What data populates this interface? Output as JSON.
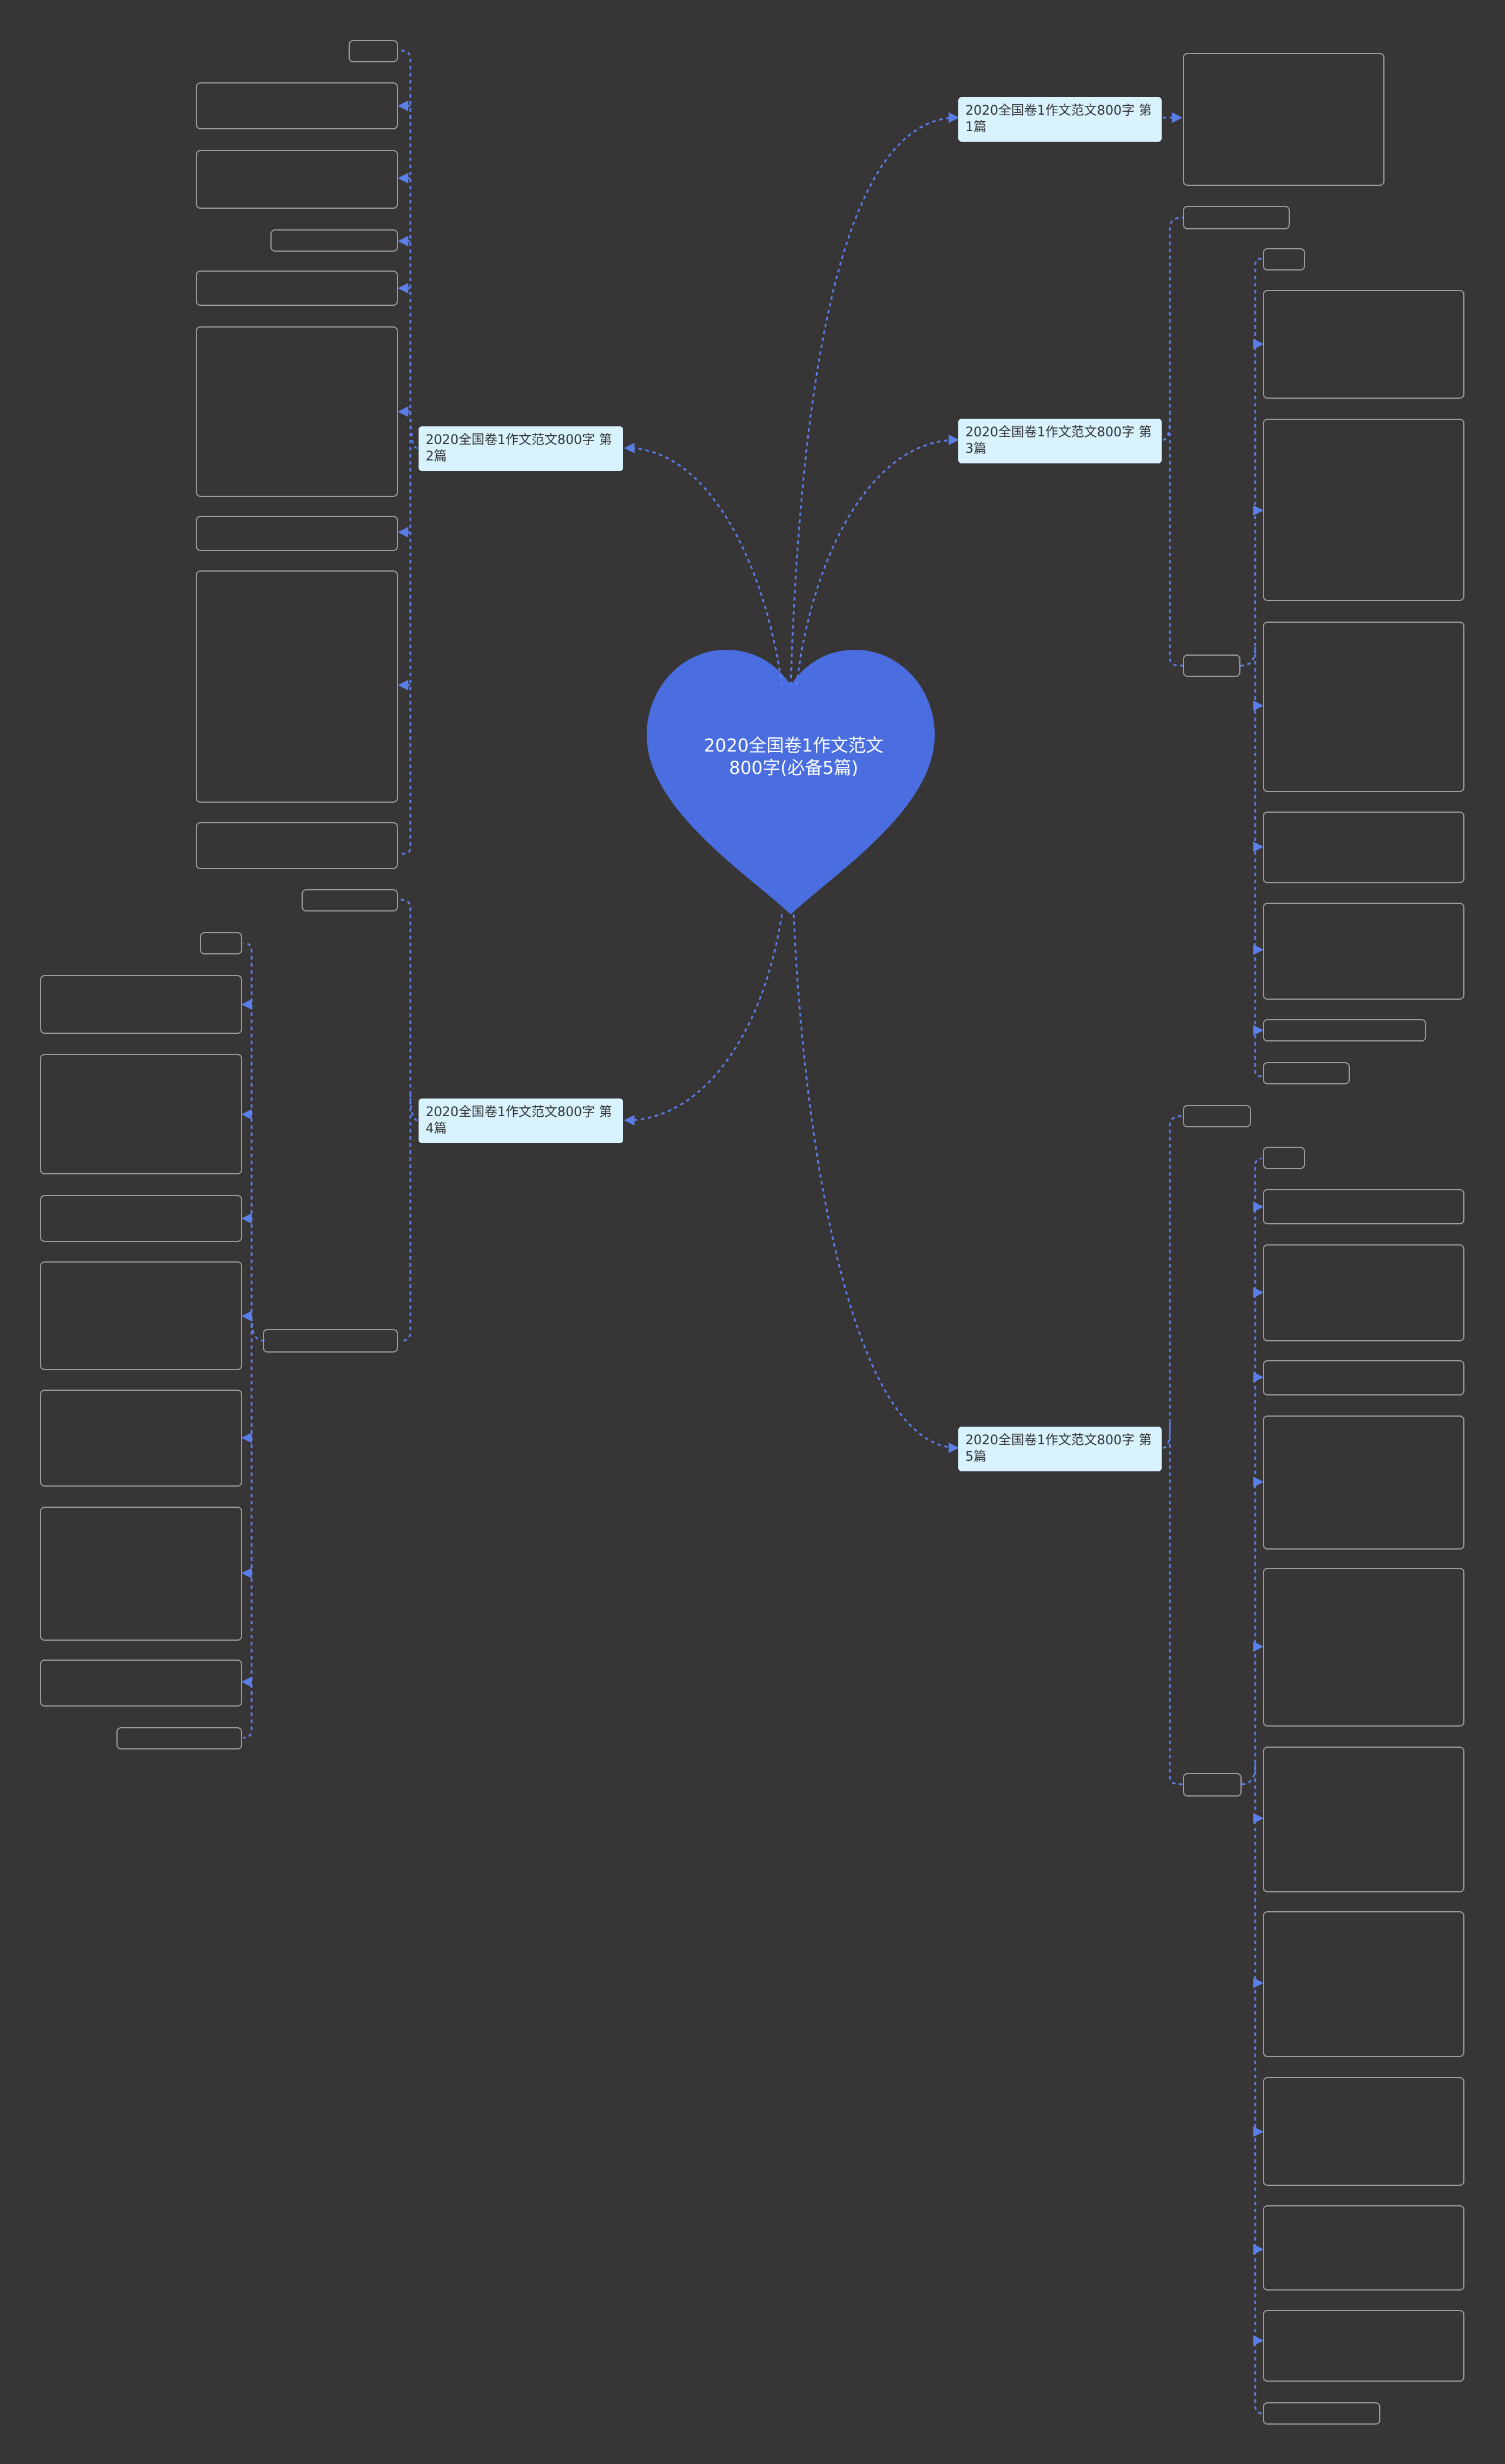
{
  "center": {
    "title": "2020全国卷1作文范文800字(必备5篇)"
  },
  "branches": [
    {
      "label": "2020全国卷1作文范文800字 第1篇"
    },
    {
      "label": "2020全国卷1作文范文800字 第2篇"
    },
    {
      "label": "2020全国卷1作文范文800字 第3篇"
    },
    {
      "label": "2020全国卷1作文范文800字 第4篇"
    },
    {
      "label": "2020全国卷1作文范文800字 第5篇"
    }
  ],
  "colors": {
    "background": "#373536",
    "heart": "#4a6ee0",
    "branch_fill": "#d8f3fe",
    "connector": "#5b7fe8",
    "leaf_border": "#9b9b9b"
  }
}
